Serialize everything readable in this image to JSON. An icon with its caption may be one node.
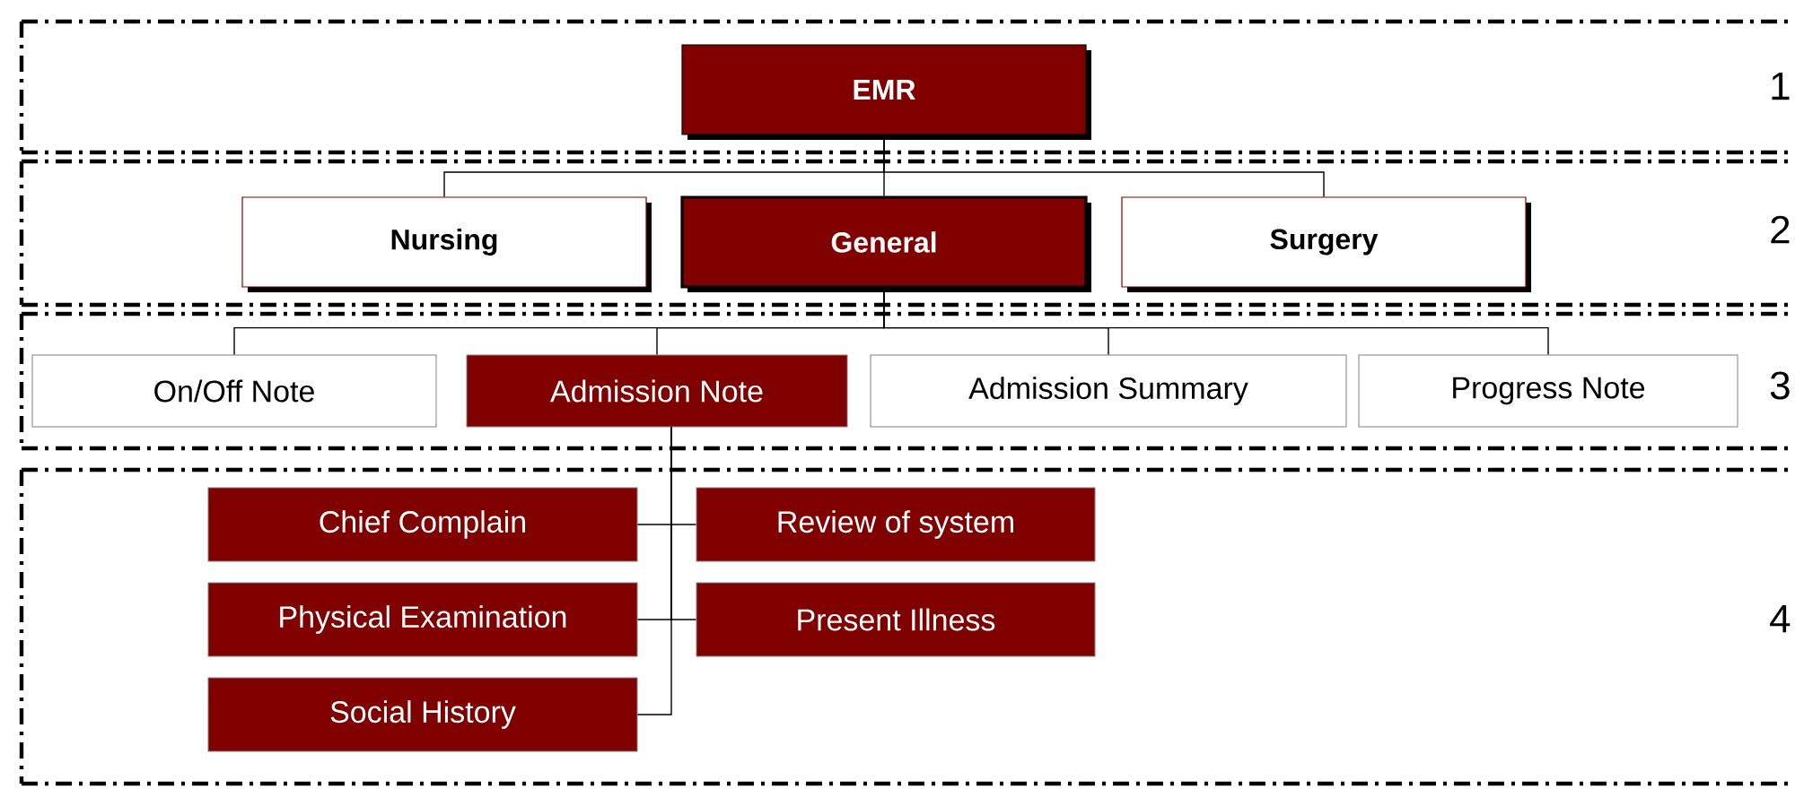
{
  "diagram": {
    "nodes": [
      {
        "text": [
          "EMR"
        ]
      },
      {
        "text": [
          "Nursing"
        ]
      },
      {
        "text": [
          "General"
        ]
      },
      {
        "text": [
          "Surgery"
        ]
      },
      {
        "text": [
          "On/Off Note"
        ]
      },
      {
        "text": [
          "Admission Note"
        ]
      },
      {
        "text": [
          "Admission Summary"
        ]
      },
      {
        "text": [
          "Progress Note"
        ]
      },
      {
        "text": [
          "Chief Complain"
        ]
      },
      {
        "text": [
          "Review of system"
        ]
      },
      {
        "text": [
          "Physical Examination"
        ]
      },
      {
        "text": [
          "Present Illness"
        ]
      },
      {
        "text": [
          "Social History"
        ]
      }
    ],
    "edges": [
      {
        "from": 0,
        "to": 1,
        "arrow": "none"
      },
      {
        "from": 0,
        "to": 2,
        "arrow": "none"
      },
      {
        "from": 0,
        "to": 3,
        "arrow": "none"
      },
      {
        "from": 2,
        "to": 4,
        "arrow": "none"
      },
      {
        "from": 2,
        "to": 5,
        "arrow": "none"
      },
      {
        "from": 2,
        "to": 6,
        "arrow": "none"
      },
      {
        "from": 2,
        "to": 7,
        "arrow": "none"
      },
      {
        "from": 5,
        "to": 8,
        "arrow": "none"
      },
      {
        "from": 5,
        "to": 9,
        "arrow": "none"
      },
      {
        "from": 5,
        "to": 10,
        "arrow": "none"
      },
      {
        "from": 5,
        "to": 11,
        "arrow": "none"
      },
      {
        "from": 5,
        "to": 12,
        "arrow": "none"
      }
    ],
    "labels": [
      "1",
      "2",
      "3",
      "4"
    ]
  }
}
